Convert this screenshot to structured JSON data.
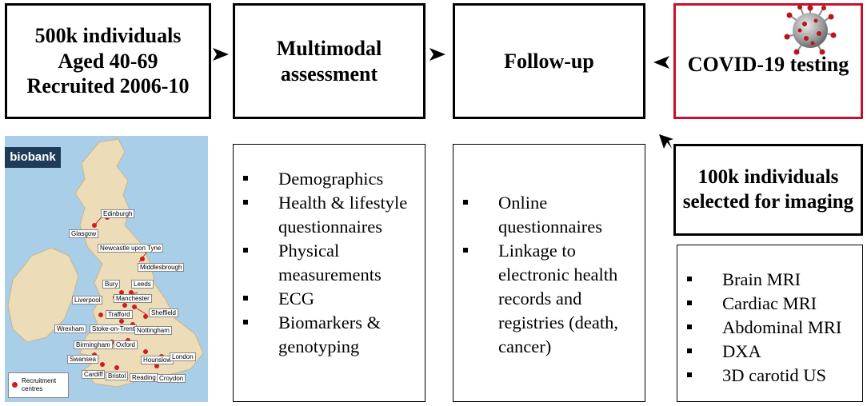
{
  "boxes": {
    "cohort": {
      "lines": [
        "500k individuals",
        "Aged 40-69",
        "Recruited 2006-10"
      ]
    },
    "assessment": {
      "lines": [
        "Multimodal",
        "assessment"
      ]
    },
    "followup": {
      "title": "Follow-up"
    },
    "covid": {
      "title": "COVID-19 testing"
    },
    "imaging": {
      "lines": [
        "100k individuals",
        "selected for imaging"
      ]
    }
  },
  "assessment_items": [
    {
      "text": "Demographics"
    },
    {
      "text": "Health & lifestyle questionnaires"
    },
    {
      "text": "Physical measurements"
    },
    {
      "text": "ECG"
    },
    {
      "text": "Biomarkers & genotyping"
    }
  ],
  "followup_items": [
    {
      "text": "Online questionnaires"
    },
    {
      "text": "Linkage to electronic health records and registries (death, cancer)"
    }
  ],
  "imaging_items": [
    {
      "text": "Brain MRI"
    },
    {
      "text": "Cardiac MRI"
    },
    {
      "text": "Abdominal MRI"
    },
    {
      "text": "DXA"
    },
    {
      "text": "3D carotid US"
    }
  ],
  "map": {
    "logo": "biobank",
    "legend": "Recruitment centres",
    "cities": [
      "Edinburgh",
      "Glasgow",
      "Newcastle upon Tyne",
      "Middlesbrough",
      "Bury",
      "Leeds",
      "Liverpool",
      "Manchester",
      "Trafford",
      "Sheffield",
      "Wrexham",
      "Stoke-on-Trent",
      "Nottingham",
      "Birmingham",
      "Oxford",
      "Swansea",
      "Hounslow",
      "London",
      "Cardiff",
      "Bristol",
      "Reading",
      "Croydon"
    ],
    "colors": {
      "sea": "#a9cee8",
      "land": "#ecdcb8",
      "dot": "#cc1f1f",
      "logo_bg": "#1f3b5a"
    }
  },
  "colors": {
    "border": "#000000",
    "covid_border": "#c8102e"
  }
}
